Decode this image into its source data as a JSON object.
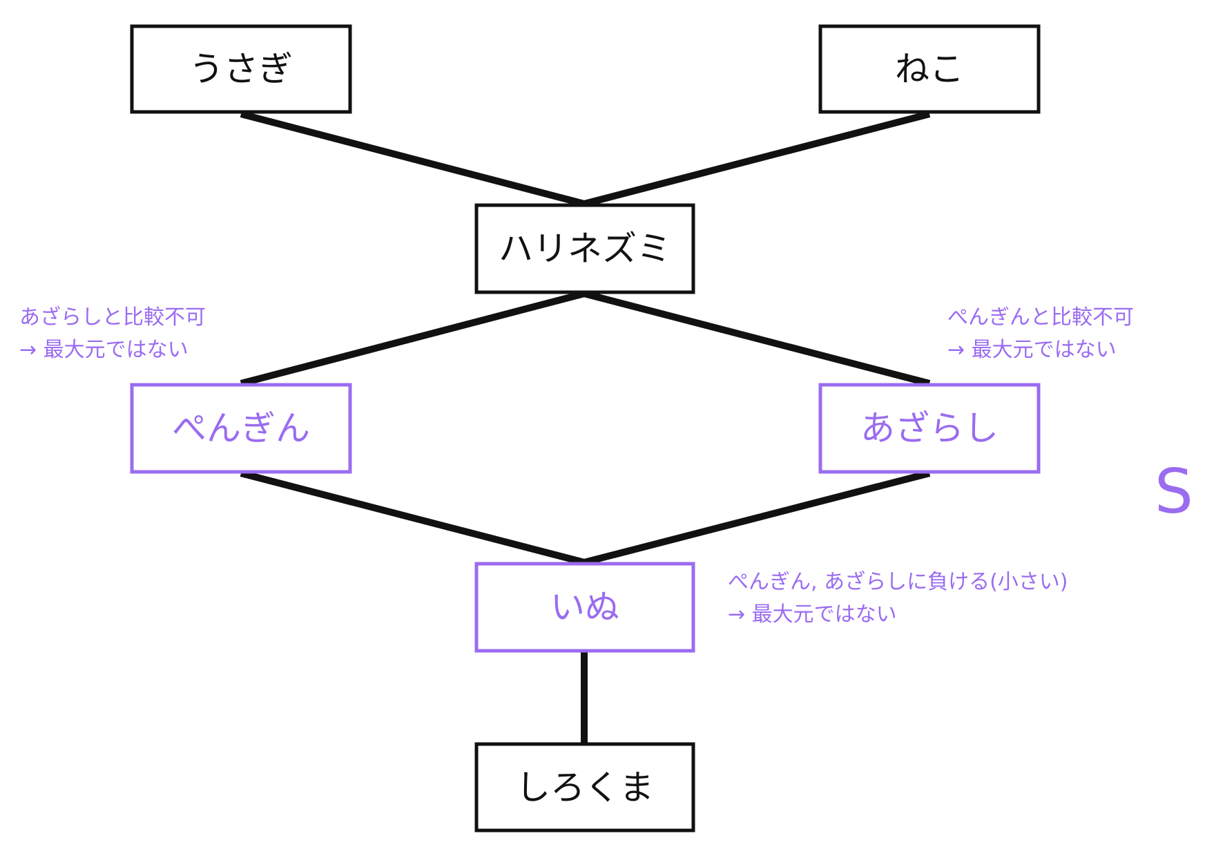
{
  "colors": {
    "line": "#111111",
    "highlight": "#9a6cf0"
  },
  "nodes": {
    "usagi": "うさぎ",
    "neko": "ねこ",
    "harinezumi": "ハリネズミ",
    "pengin": "ぺんぎん",
    "azarashi": "あざらし",
    "inu": "いぬ",
    "shirokuma": "しろくま"
  },
  "notes": {
    "left_line1": "あざらしと比較不可",
    "left_line2": "→ 最大元ではない",
    "right_line1": "ぺんぎんと比較不可",
    "right_line2": "→ 最大元ではない",
    "inu_line1": "ぺんぎん, あざらしに負ける(小さい)",
    "inu_line2": "→ 最大元ではない"
  },
  "set_label": "S"
}
